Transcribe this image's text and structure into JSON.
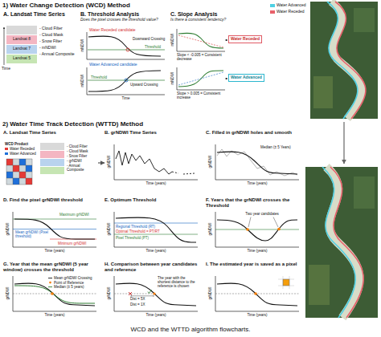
{
  "diagram": {
    "caption": "WCD and the WTTD algorithm flowcharts.",
    "nodes": [
      {
        "text": [
          "A. Landsat Time Series"
        ]
      },
      {
        "text": [
          "B. Threshold Analysis",
          "Does the pixel crosses the threshold value?"
        ]
      },
      {
        "text": [
          "C. Slope Analysis",
          "Is there a consistent tendency?"
        ]
      },
      {
        "text": [
          "A. Landsat Time Series"
        ]
      },
      {
        "text": [
          "B. grNDWI Time Series"
        ]
      },
      {
        "text": [
          "C. Filled in grNDWI holes and smooth"
        ]
      },
      {
        "text": [
          "D. Find the pixel grNDWI threshold"
        ]
      },
      {
        "text": [
          "E. Optimum Threshold"
        ]
      },
      {
        "text": [
          "F. Years that the grNDWI crosses the Threshold"
        ]
      },
      {
        "text": [
          "G. Year that the mean grNDWI (5 year window) crosses the threshold"
        ]
      },
      {
        "text": [
          "H. Comparison between year candidates and reference"
        ]
      },
      {
        "text": [
          "I. The estimated year is saved as a pixel"
        ]
      },
      {
        "text": [
          "Water Receded"
        ],
        "in": 2
      },
      {
        "text": [
          "Water Advanced"
        ],
        "in": 2
      }
    ],
    "edges": [
      {
        "from": 3,
        "to": 4,
        "arrow": "to"
      }
    ],
    "labels": [
      "1) Water Change Detection (WCD) Method",
      "- Cloud Filter",
      "- Cloud Mask",
      "- Snow Filter",
      "- mNDWI",
      "- Annual Composite",
      "Landsat 8",
      "Landsat 7",
      "Landsat 5",
      "Time",
      "Water Receded candidate",
      "Downward Crossing",
      "Threshold",
      "mNDWI",
      "Water Advanced candidate",
      "Upward Crossing",
      "Threshold",
      "mNDWI",
      "Time",
      "mNDWI",
      "Slope < -0.005 = Consistent decrease",
      "mNDWI",
      "Slope > 0.005 = Consistent increase",
      "2) Water Time Track Detection (WTTD) Method",
      "WCD Product",
      "- Cloud Filter",
      "- Cloud Mask",
      "- Snow Filter",
      "- grNDWI",
      "- Annual Composite",
      "grNDWI",
      "Time (years)",
      "grNDWI",
      "Time (years)",
      "Median (± 5 Years)",
      "grNDWI",
      "Time (years)",
      "Maximum grNDWI",
      "Mean grNDWI (Pixel threshold)",
      "Minimum grNDWI",
      "grNDWI",
      "Time (years)",
      "Optimal Threshold = PT/RT",
      "Regional Threshold (RT)",
      "Pixel Threshold (PT)",
      "grNDWI",
      "Time (years)",
      "Two year candidates",
      "grNDWI",
      "Time (years)",
      "grNDWI",
      "Time (years)",
      "Dist = 5X",
      "Dist = 1X",
      "The year with the shortest distance to the reference is chosen",
      "grNDWI",
      "Time (years)"
    ],
    "legend": [
      {
        "text": "Water Advanced",
        "color": "#4fd0e3"
      },
      {
        "text": "Water Receded",
        "color": "#e8606a"
      },
      {
        "text": "Water Receded",
        "color": "#e53935"
      },
      {
        "text": "Water Advanced",
        "color": "#1e6fd9"
      },
      {
        "text": "Mean grNDWI Crossing"
      },
      {
        "text": "Point of Reference"
      },
      {
        "text": "Median (± 5 years)"
      }
    ]
  }
}
